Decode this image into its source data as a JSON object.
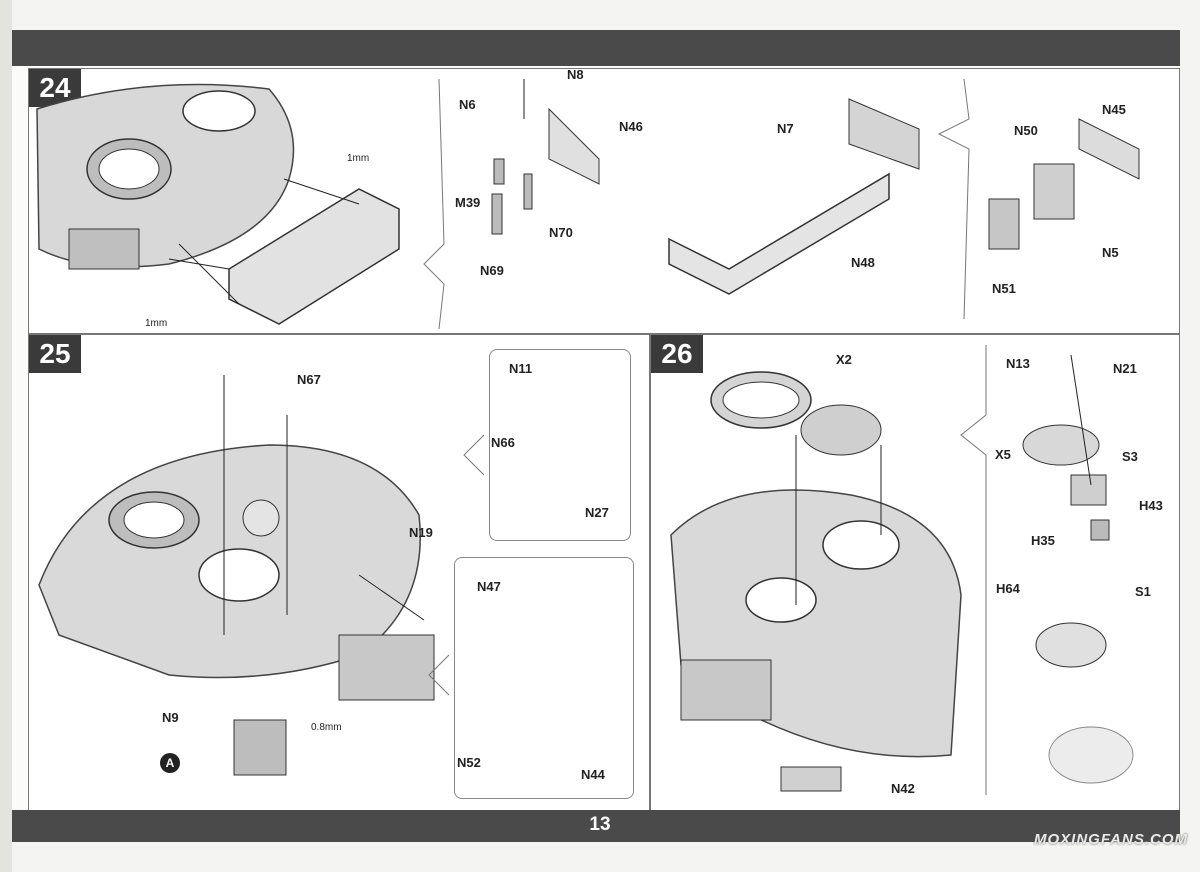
{
  "page_number": "13",
  "watermark": "MOXINGFANS.COM",
  "steps": {
    "s24": {
      "number": "24",
      "drill_note_1": "1mm",
      "drill_note_2": "1mm",
      "parts": [
        "N8",
        "N6",
        "N46",
        "M39",
        "N70",
        "N69",
        "N7",
        "N48",
        "N50",
        "N45",
        "N51",
        "N5"
      ]
    },
    "s25": {
      "number": "25",
      "drill_note": "0.8mm",
      "callout": "A",
      "parts": [
        "N67",
        "N19",
        "N9",
        "N11",
        "N66",
        "N27",
        "N47",
        "N52",
        "N44"
      ]
    },
    "s26": {
      "number": "26",
      "parts": [
        "X2",
        "N42",
        "N13",
        "N21",
        "X5",
        "S3",
        "H43",
        "H35",
        "H64",
        "S1"
      ]
    }
  }
}
